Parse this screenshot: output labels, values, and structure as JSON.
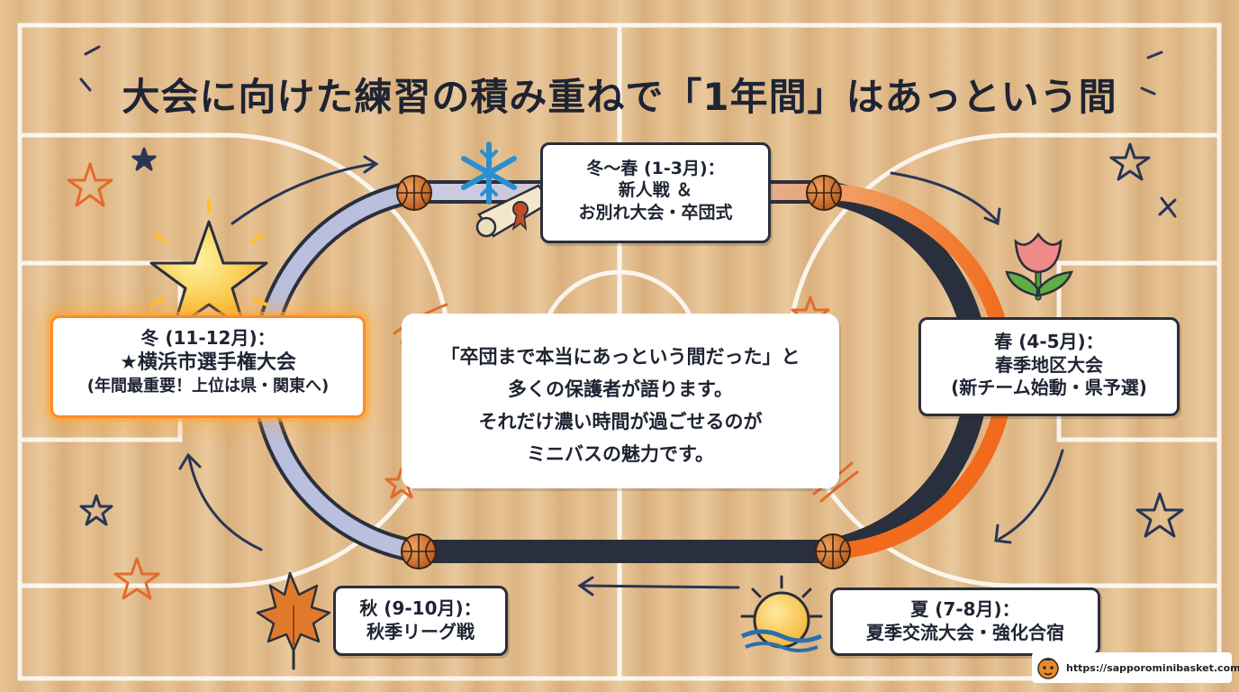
{
  "title": "大会に向けた練習の積み重ねで「1年間」はあっという間",
  "seasons": {
    "winter_spring": {
      "line1": "冬〜春 (1-3月)：",
      "line2": "新人戦 ＆",
      "line3": "お別れ大会・卒団式",
      "icon": "snowflake-icon"
    },
    "spring": {
      "line1": "春 (4-5月)：",
      "line2": "春季地区大会",
      "line3": "(新チーム始動・県予選)",
      "icon": "tulip-icon"
    },
    "summer": {
      "line1": "夏 (7-8月)：",
      "line2": "夏季交流大会・強化合宿",
      "icon": "sun-icon"
    },
    "autumn": {
      "line1": "秋 (9-10月)：",
      "line2": "秋季リーグ戦",
      "icon": "maple-leaf-icon"
    },
    "winter": {
      "line1": "冬 (11-12月)：",
      "line2": "★横浜市選手権大会",
      "line3": "(年間最重要！上位は県・関東へ)",
      "icon": "star-icon"
    }
  },
  "center_message": {
    "line1": "「卒団まで本当にあっという間だった」と",
    "line2": "多くの保護者が語ります。",
    "line3": "それだけ濃い時間が過ごせるのが",
    "line4": "ミニバスの魅力です。"
  },
  "url": "https://sapporominibasket.com/",
  "colors": {
    "track_warm": "#f26b1d",
    "track_cool": "#b9bfdc",
    "highlight_glow": "#ffb030",
    "text": "#1f2433",
    "court": "#e3bd8c"
  }
}
